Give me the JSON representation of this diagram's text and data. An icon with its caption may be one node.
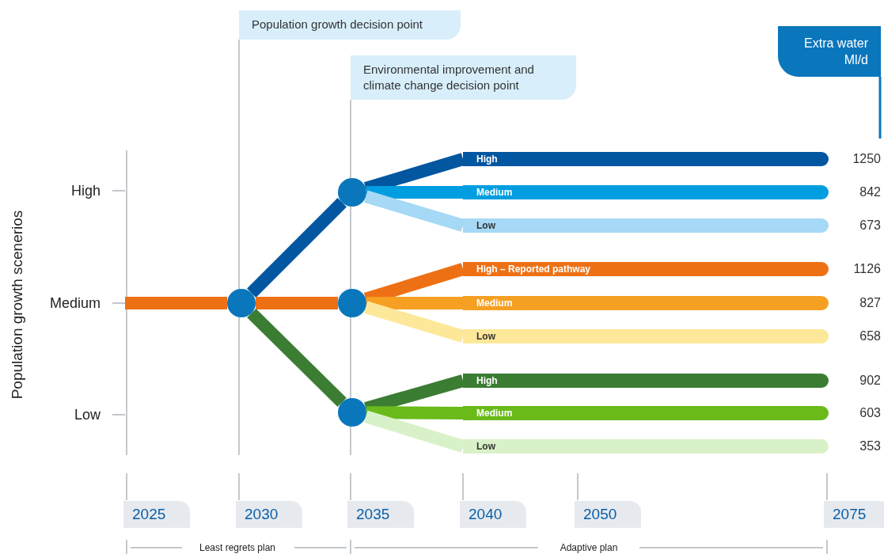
{
  "diagram": {
    "nodes": [
      {
        "text": [
          "Population growth decision point"
        ]
      },
      {
        "text": [
          "Environmental improvement and climate change decision point"
        ]
      },
      {
        "text": [
          "Extra water Ml/d"
        ]
      },
      {
        "text": [],
        "shape": "circle"
      },
      {
        "text": [],
        "shape": "circle"
      },
      {
        "text": [],
        "shape": "circle"
      },
      {
        "text": [],
        "shape": "circle"
      },
      {
        "text": [
          "High"
        ],
        "beside": [
          "1250"
        ]
      },
      {
        "text": [
          "Medium"
        ],
        "beside": [
          "842"
        ]
      },
      {
        "text": [
          "Low"
        ],
        "beside": [
          "673"
        ]
      },
      {
        "text": [
          "High – Reported pathway"
        ],
        "beside": [
          "1126"
        ]
      },
      {
        "text": [
          "Medium"
        ],
        "beside": [
          "827"
        ]
      },
      {
        "text": [
          "Low"
        ],
        "beside": [
          "658"
        ]
      },
      {
        "text": [
          "High"
        ],
        "beside": [
          "902"
        ]
      },
      {
        "text": [
          "Medium"
        ],
        "beside": [
          "603"
        ]
      },
      {
        "text": [
          "Low"
        ],
        "beside": [
          "353"
        ]
      }
    ],
    "edges": [
      {
        "from": null,
        "to": 3,
        "arrow": "none",
        "color": "#ee7015"
      },
      {
        "from": 3,
        "to": 4,
        "arrow": "none",
        "color": "#0356a0"
      },
      {
        "from": 3,
        "to": 5,
        "arrow": "none",
        "color": "#ee7015"
      },
      {
        "from": 3,
        "to": 6,
        "arrow": "none",
        "color": "#3b7d33"
      },
      {
        "from": 4,
        "to": 7,
        "arrow": "none",
        "color": "#0356a0"
      },
      {
        "from": 4,
        "to": 8,
        "arrow": "none",
        "color": "#009ee0"
      },
      {
        "from": 4,
        "to": 9,
        "arrow": "none",
        "color": "#a5d9f5"
      },
      {
        "from": 5,
        "to": 10,
        "arrow": "none",
        "color": "#ee7015"
      },
      {
        "from": 5,
        "to": 11,
        "arrow": "none",
        "color": "#f5a022"
      },
      {
        "from": 5,
        "to": 12,
        "arrow": "none",
        "color": "#fde89a"
      },
      {
        "from": 6,
        "to": 13,
        "arrow": "none",
        "color": "#3b7d33"
      },
      {
        "from": 6,
        "to": 14,
        "arrow": "none",
        "color": "#6aba1a"
      },
      {
        "from": 6,
        "to": 15,
        "arrow": "none",
        "color": "#d9f1c8"
      }
    ],
    "labels": [
      "Population growth scenerios",
      "High",
      "Medium",
      "Low",
      "2025",
      "2030",
      "2035",
      "2040",
      "2050",
      "2075",
      "Least regrets plan",
      "Adaptive plan"
    ]
  }
}
